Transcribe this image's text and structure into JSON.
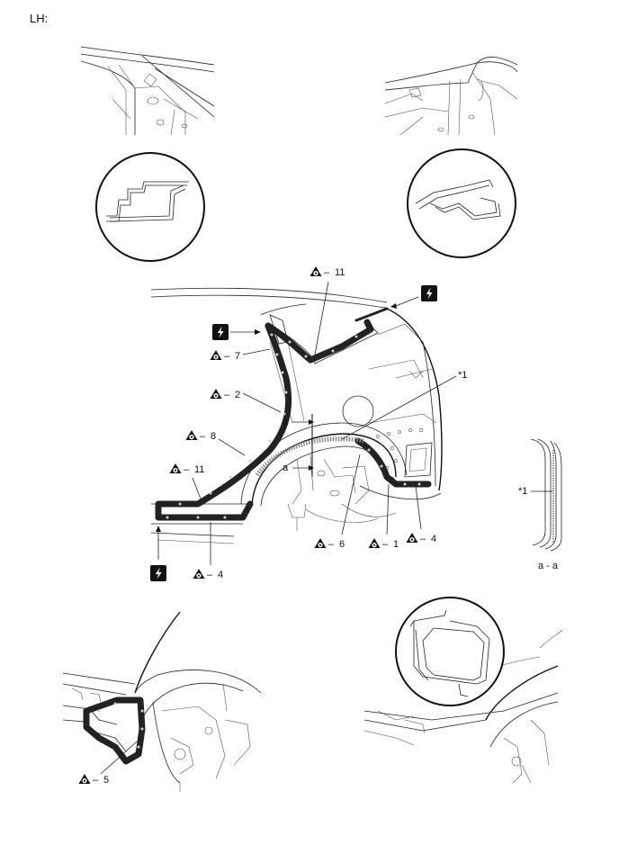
{
  "header": {
    "side_label": "LH:"
  },
  "callouts": {
    "c11_top": "11",
    "c7": "7",
    "c2": "2",
    "c8": "8",
    "c11_left": "11",
    "c4_bottom": "4",
    "c6": "6",
    "c1": "1",
    "c4_right": "4",
    "c5": "5",
    "dash": "–"
  },
  "section": {
    "ref_star1": "*1",
    "ref_star1_side": "*1",
    "arrow_a_upper": "a",
    "arrow_a_lower": "a",
    "section_title": "a - a"
  },
  "icons": {
    "sealer": "sealer-applicator-icon",
    "weld": "lightning-weld-icon"
  }
}
